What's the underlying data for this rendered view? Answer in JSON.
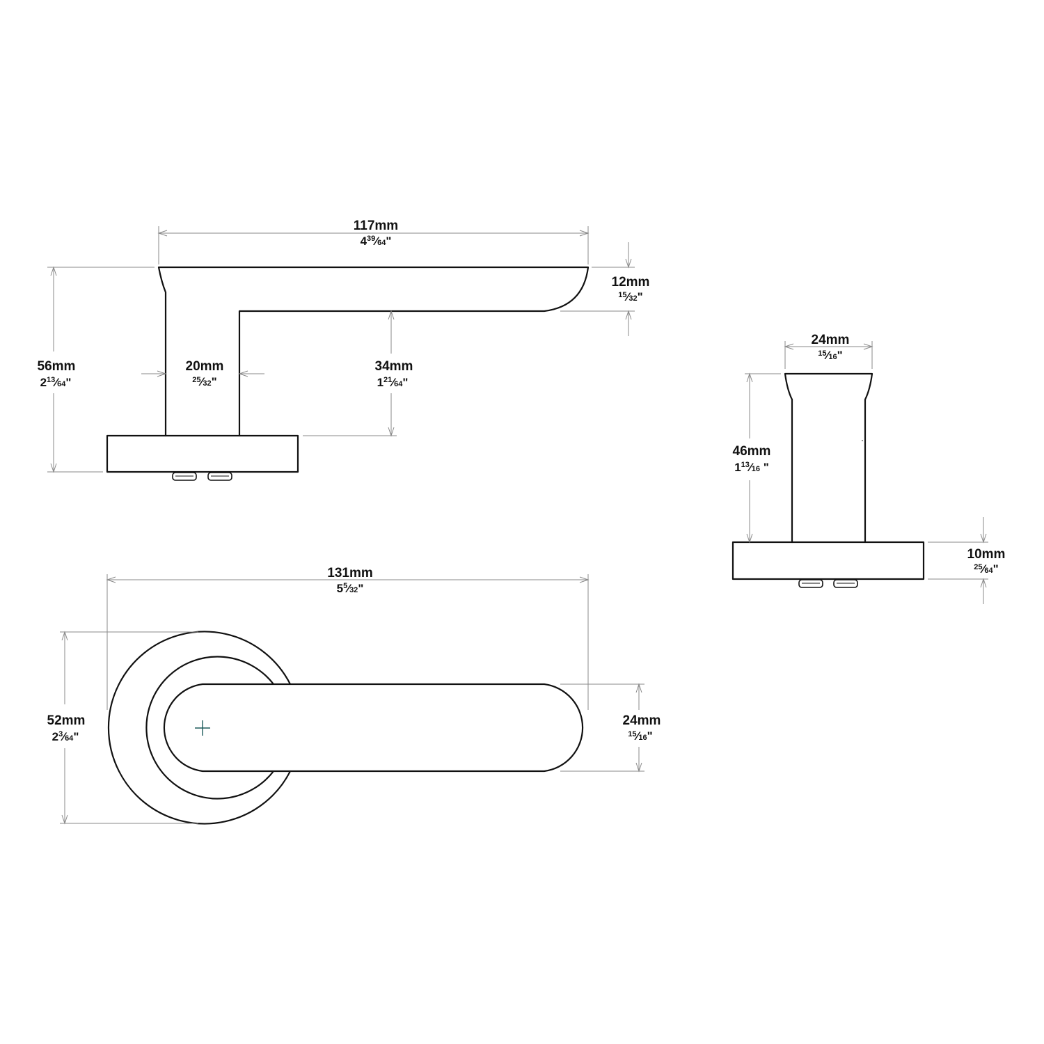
{
  "side_view": {
    "overall_length": {
      "mm": "117mm",
      "whole": "4",
      "num": "39",
      "den": "64",
      "unit": "\""
    },
    "lever_thickness": {
      "mm": "12mm",
      "whole": "",
      "num": "15",
      "den": "32",
      "unit": "\""
    },
    "overall_height": {
      "mm": "56mm",
      "whole": "2",
      "num": "13",
      "den": "64",
      "unit": "\""
    },
    "neck_width": {
      "mm": "20mm",
      "whole": "",
      "num": "25",
      "den": "32",
      "unit": "\""
    },
    "lever_clearance": {
      "mm": "34mm",
      "whole": "1",
      "num": "21",
      "den": "64",
      "unit": "\""
    }
  },
  "end_view": {
    "grip_width": {
      "mm": "24mm",
      "whole": "",
      "num": "15",
      "den": "16",
      "unit": "\""
    },
    "neck_height": {
      "mm": "46mm",
      "whole": "1",
      "num": "13",
      "den": "16",
      "unit": " \""
    },
    "rose_thickness": {
      "mm": "10mm",
      "whole": "",
      "num": "25",
      "den": "64",
      "unit": "\""
    }
  },
  "top_view": {
    "overall_length": {
      "mm": "131mm",
      "whole": "5",
      "num": "5",
      "den": "32",
      "unit": "\""
    },
    "rose_diameter": {
      "mm": "52mm",
      "whole": "2",
      "num": "3",
      "den": "64",
      "unit": "\""
    },
    "lever_width": {
      "mm": "24mm",
      "whole": "",
      "num": "15",
      "den": "16",
      "unit": "\""
    }
  }
}
